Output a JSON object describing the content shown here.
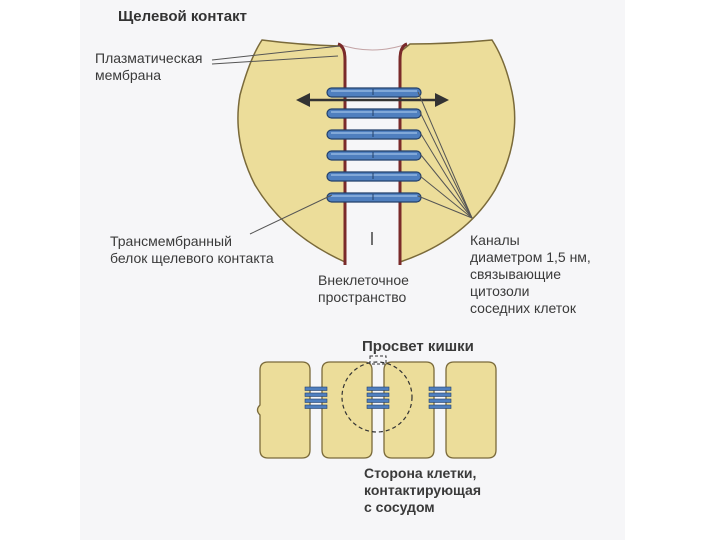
{
  "title": "Щелевой контакт",
  "labels": {
    "plasma_membrane": [
      "Плазматическая",
      "мембрана"
    ],
    "transmembrane_protein": [
      "Трансмембранный",
      "белок щелевого контакта"
    ],
    "extracellular_space": [
      "Внеклеточное",
      "пространство"
    ],
    "channels": [
      "Каналы",
      "диаметром 1,5 нм,",
      "связывающие",
      "цитозоли",
      "соседних клеток"
    ],
    "intestine_lumen": "Просвет кишки",
    "cell_side": [
      "Сторона клетки,",
      "контактирующая",
      "с сосудом"
    ]
  },
  "colors": {
    "cell_fill": "#ecdd9a",
    "cell_stroke": "#7a6a3a",
    "membrane": "#7a2a2a",
    "channel": "#4f7fbf",
    "channel_dark": "#23406a",
    "pointer": "#555555"
  },
  "channels_count": 6
}
